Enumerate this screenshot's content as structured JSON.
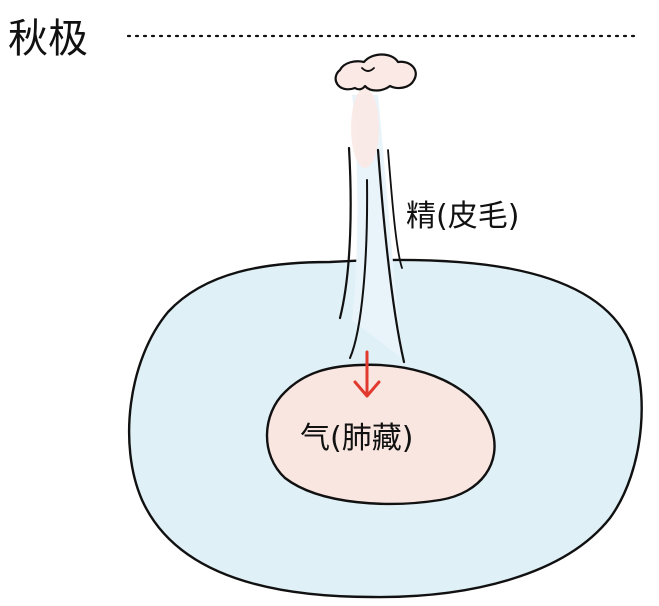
{
  "title": "秋极",
  "labels": {
    "essence": "精(皮毛)",
    "qi": "气(肺藏)"
  },
  "colors": {
    "outer_fill": "#dff0f7",
    "inner_fill": "#f9e6e1",
    "arrow": "#e2392f",
    "stroke": "#111111"
  },
  "icons": {
    "arrow": "down-arrow-icon",
    "cloud": "cloud-puff"
  }
}
